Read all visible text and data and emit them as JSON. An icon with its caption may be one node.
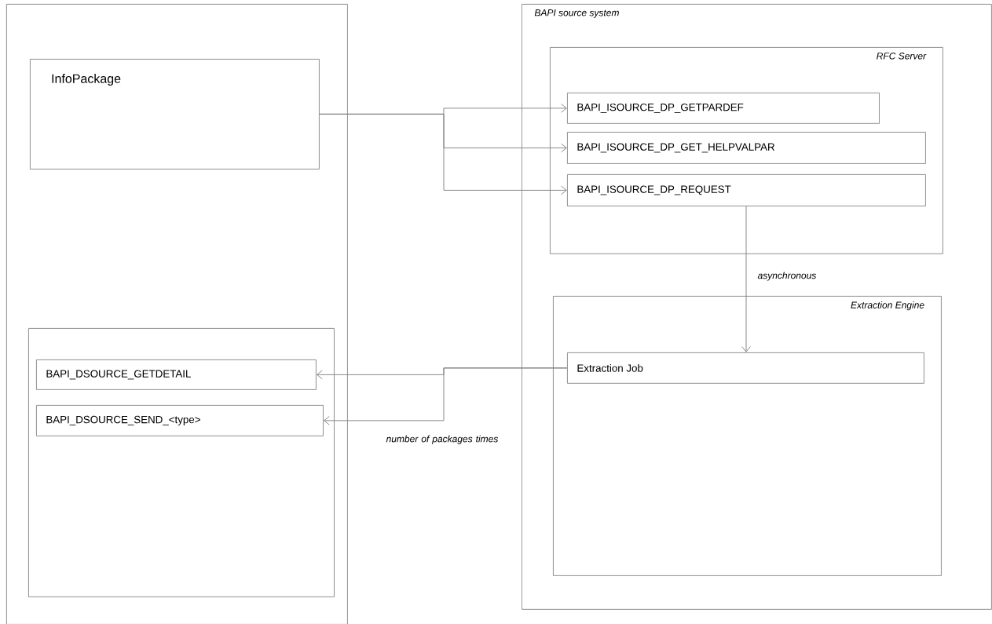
{
  "diagram": {
    "nodes": [
      {
        "text": [],
        "shape": "box"
      },
      {
        "text": [
          "InfoPackage"
        ],
        "in": 0
      },
      {
        "text": [],
        "shape": "box",
        "in": 0
      },
      {
        "text": [
          "BAPI_DSOURCE_GETDETAIL"
        ],
        "in": 2
      },
      {
        "text": [
          "BAPI_DSOURCE_SEND_<type>"
        ],
        "in": 2
      },
      {
        "text": [
          "BAPI source system"
        ]
      },
      {
        "text": [
          "RFC Server"
        ],
        "in": 5
      },
      {
        "text": [
          "BAPI_ISOURCE_DP_GETPARDEF"
        ],
        "in": 6
      },
      {
        "text": [
          "BAPI_ISOURCE_DP_GET_HELPVALPAR"
        ],
        "in": 6
      },
      {
        "text": [
          "BAPI_ISOURCE_DP_REQUEST"
        ],
        "in": 6
      },
      {
        "text": [
          "Extraction Engine"
        ],
        "in": 5
      },
      {
        "text": [
          "Extraction Job"
        ],
        "in": 10
      }
    ],
    "edges": [
      {
        "from": 1,
        "to": 7,
        "arrow": "to"
      },
      {
        "from": 1,
        "to": 8,
        "arrow": "to"
      },
      {
        "from": 1,
        "to": 9,
        "arrow": "to"
      },
      {
        "from": 9,
        "to": 11,
        "arrow": "to",
        "label": "asynchronous"
      },
      {
        "from": 11,
        "to": 3,
        "arrow": "to"
      },
      {
        "from": 11,
        "to": 4,
        "arrow": "to",
        "label": "number of packages times"
      }
    ]
  }
}
